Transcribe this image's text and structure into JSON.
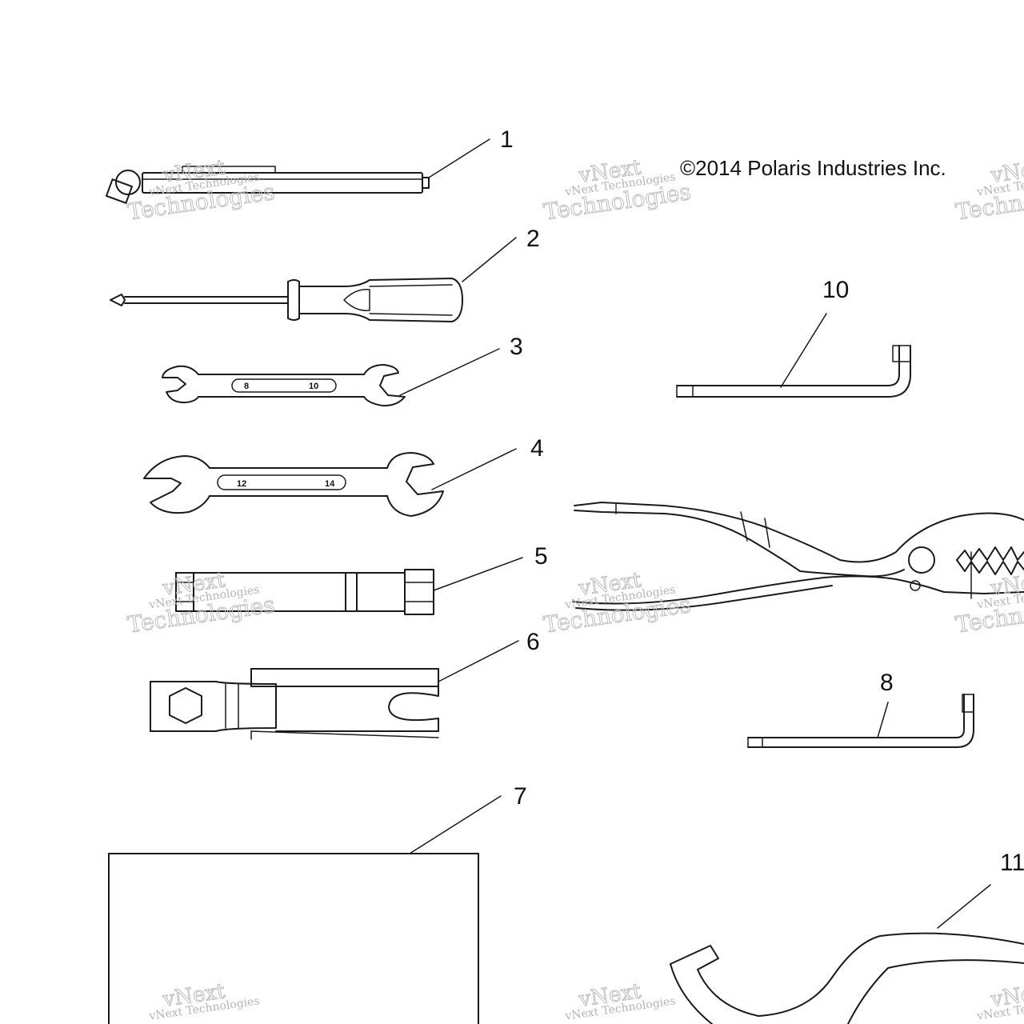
{
  "copyright": "©2014 Polaris Industries Inc.",
  "callouts": [
    {
      "id": "1",
      "label": "1"
    },
    {
      "id": "2",
      "label": "2"
    },
    {
      "id": "3",
      "label": "3"
    },
    {
      "id": "4",
      "label": "4"
    },
    {
      "id": "5",
      "label": "5"
    },
    {
      "id": "6",
      "label": "6"
    },
    {
      "id": "7",
      "label": "7"
    },
    {
      "id": "8",
      "label": "8"
    },
    {
      "id": "10",
      "label": "10"
    },
    {
      "id": "11",
      "label": "11"
    }
  ],
  "wrench_small": {
    "left_size": "8",
    "right_size": "10"
  },
  "wrench_large": {
    "left_size": "12",
    "right_size": "14"
  },
  "watermark": {
    "line1": "vNext",
    "line2": "vNext Technologies",
    "line3": "Technologies",
    "color": "#bdbdbd"
  }
}
